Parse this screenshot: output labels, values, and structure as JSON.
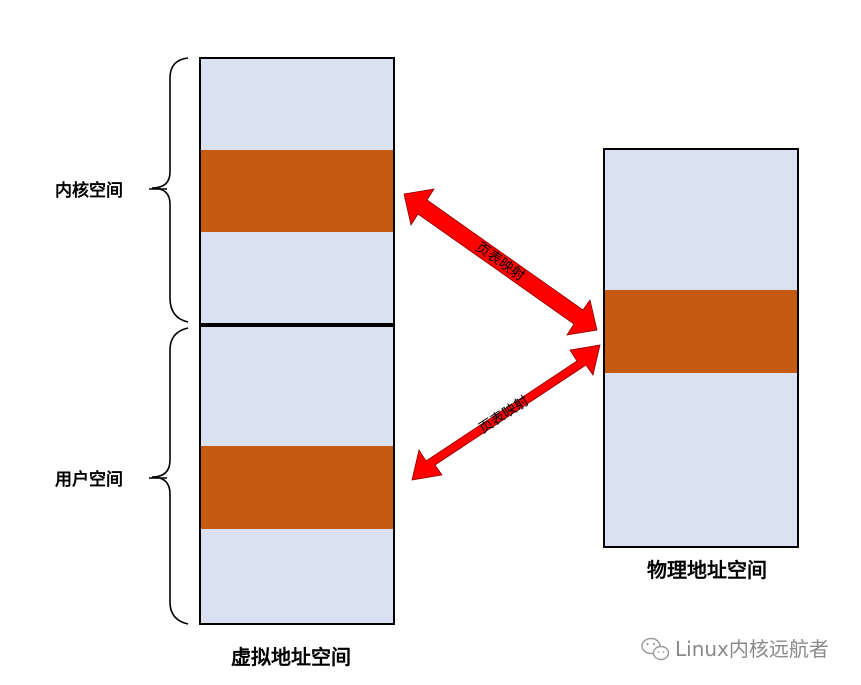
{
  "labels": {
    "kernel_space": "内核空间",
    "user_space": "用户空间",
    "virtual_address_space": "虚拟地址空间",
    "physical_address_space": "物理地址空间",
    "page_table_mapping_upper": "页表映射",
    "page_table_mapping_lower": "页表映射"
  },
  "watermark": {
    "text": "Linux内核远航者",
    "icon": "wechat-icon"
  },
  "colors": {
    "memory_block_fill": "#dae1f1",
    "mapped_region_fill": "#c55a11",
    "arrow_fill": "#ff0000",
    "border": "#000000"
  }
}
